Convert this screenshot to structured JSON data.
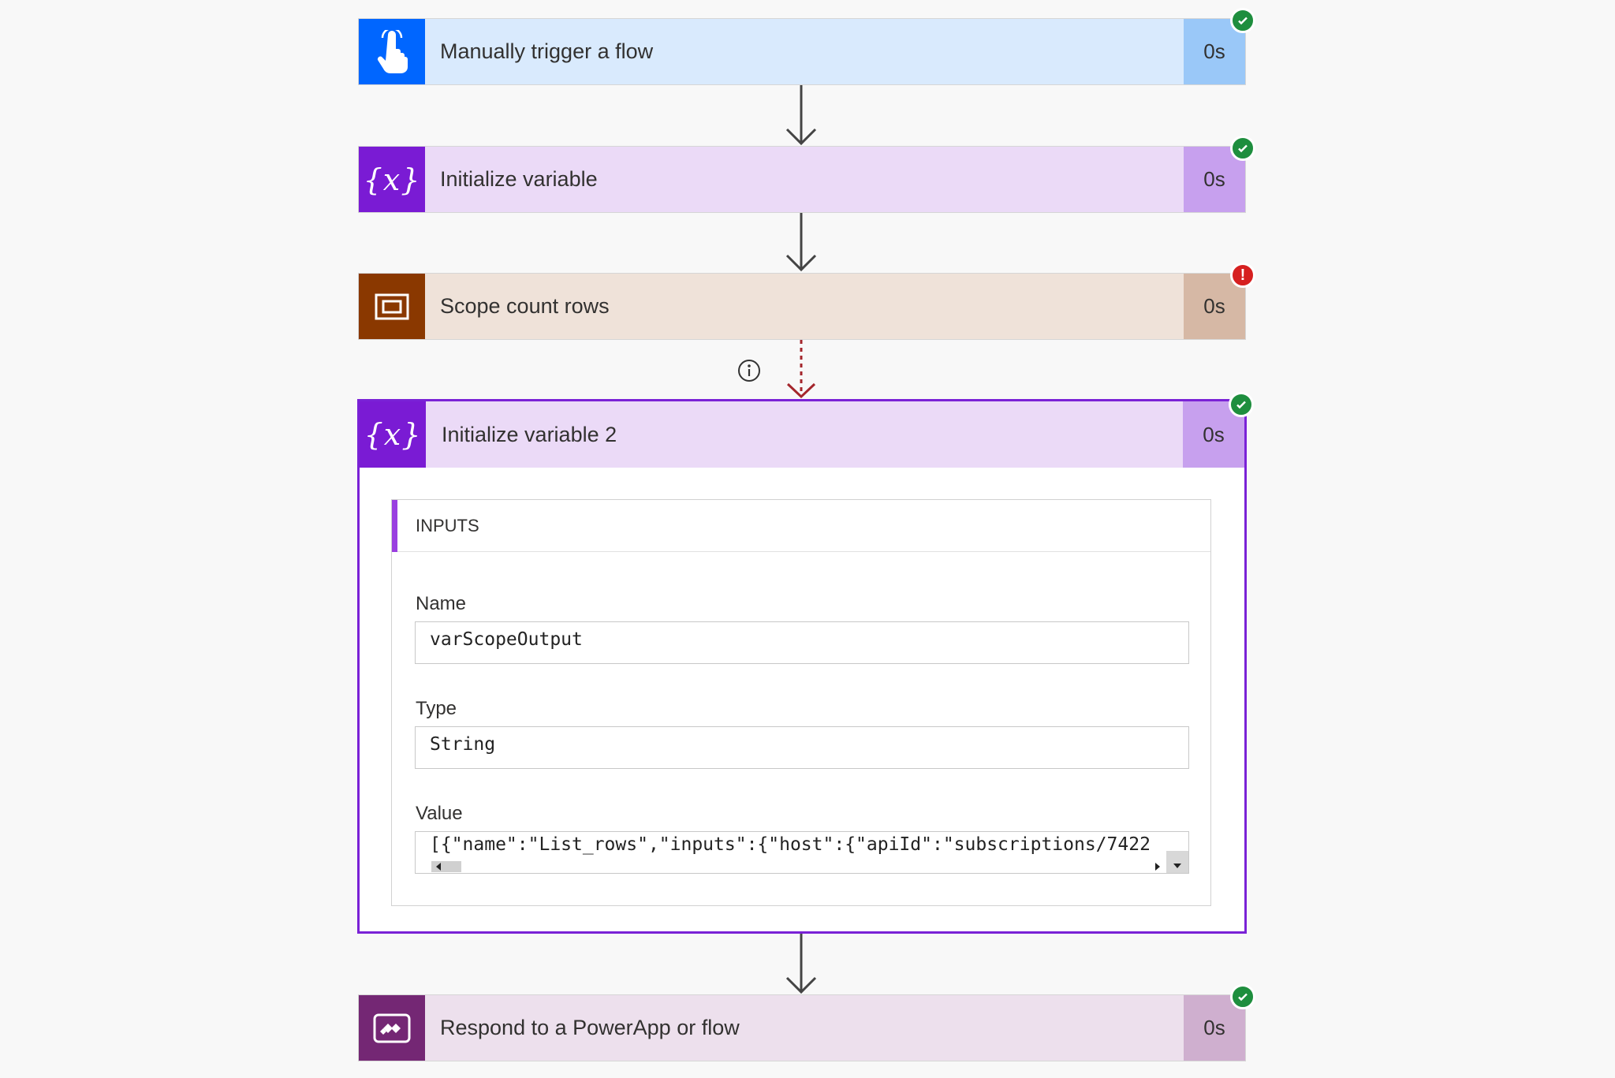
{
  "steps": [
    {
      "title": "Manually trigger a flow",
      "duration": "0s",
      "icon": "touch-hand-icon",
      "status": "succeeded",
      "accent": "#0066ff",
      "body": "#d9eafd",
      "dur_bg": "#9ac8f8"
    },
    {
      "title": "Initialize variable",
      "duration": "0s",
      "icon": "variable-braces-icon",
      "icon_text": "{x}",
      "status": "succeeded",
      "accent": "#7a1bd4",
      "body": "#ebdaf7",
      "dur_bg": "#c7a0ee"
    },
    {
      "title": "Scope count rows",
      "duration": "0s",
      "icon": "scope-icon",
      "status": "failed",
      "status_text": "!",
      "accent": "#8a3800",
      "body": "#efe2d9",
      "dur_bg": "#d6b8a5"
    },
    {
      "title": "Initialize variable 2",
      "duration": "0s",
      "icon": "variable-braces-icon",
      "icon_text": "{x}",
      "status": "succeeded",
      "accent": "#7a1bd4",
      "body": "#ebdaf7",
      "dur_bg": "#c7a0ee"
    },
    {
      "title": "Respond to a PowerApp or flow",
      "duration": "0s",
      "icon": "powerapps-icon",
      "status": "succeeded",
      "accent": "#742774",
      "body": "#ede0ed",
      "dur_bg": "#cfafcf"
    }
  ],
  "inputs": {
    "header": "INPUTS",
    "name_label": "Name",
    "name_value": "varScopeOutput",
    "type_label": "Type",
    "type_value": "String",
    "value_label": "Value",
    "value_value": "[{\"name\":\"List_rows\",\"inputs\":{\"host\":{\"apiId\":\"subscriptions/7422"
  },
  "colors": {
    "success": "#1e8e3e",
    "error": "#d62020",
    "arrow": "#444444",
    "arrow_error": "#a4262c",
    "selected_border": "#7a22d6"
  }
}
